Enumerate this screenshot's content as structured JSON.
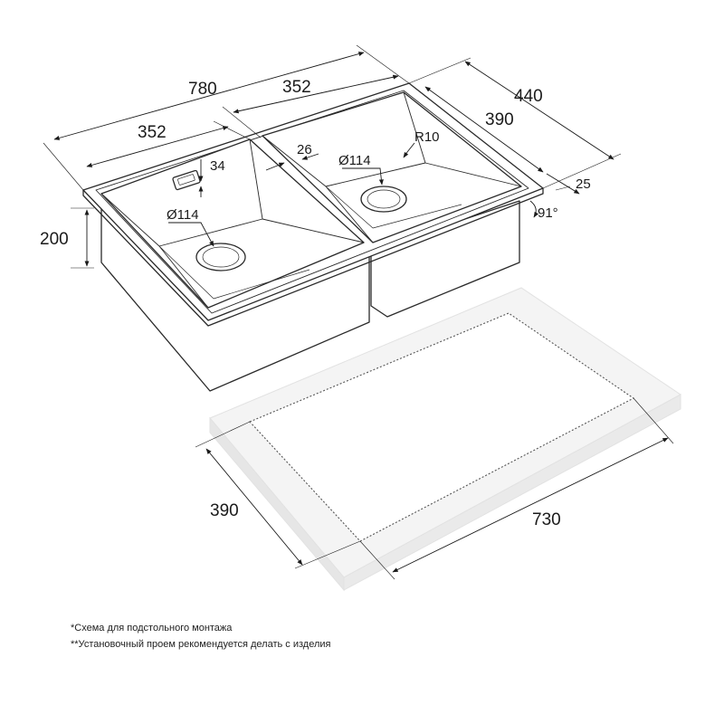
{
  "dimensions": {
    "overall_length": "780",
    "bowl_length_top": "352",
    "bowl_length_left": "352",
    "overall_width": "440",
    "bowl_width": "390",
    "depth": "200",
    "rim_width": "25",
    "angle": "91°",
    "radius": "R10",
    "drain_left": "Ø114",
    "drain_right": "Ø114",
    "overflow_offset": "34",
    "bowl_gap": "26",
    "cutout_width": "390",
    "cutout_length": "730"
  },
  "notes": [
    "*Схема для подстольного монтажа",
    "**Установочный проем рекомендуется делать с изделия"
  ]
}
